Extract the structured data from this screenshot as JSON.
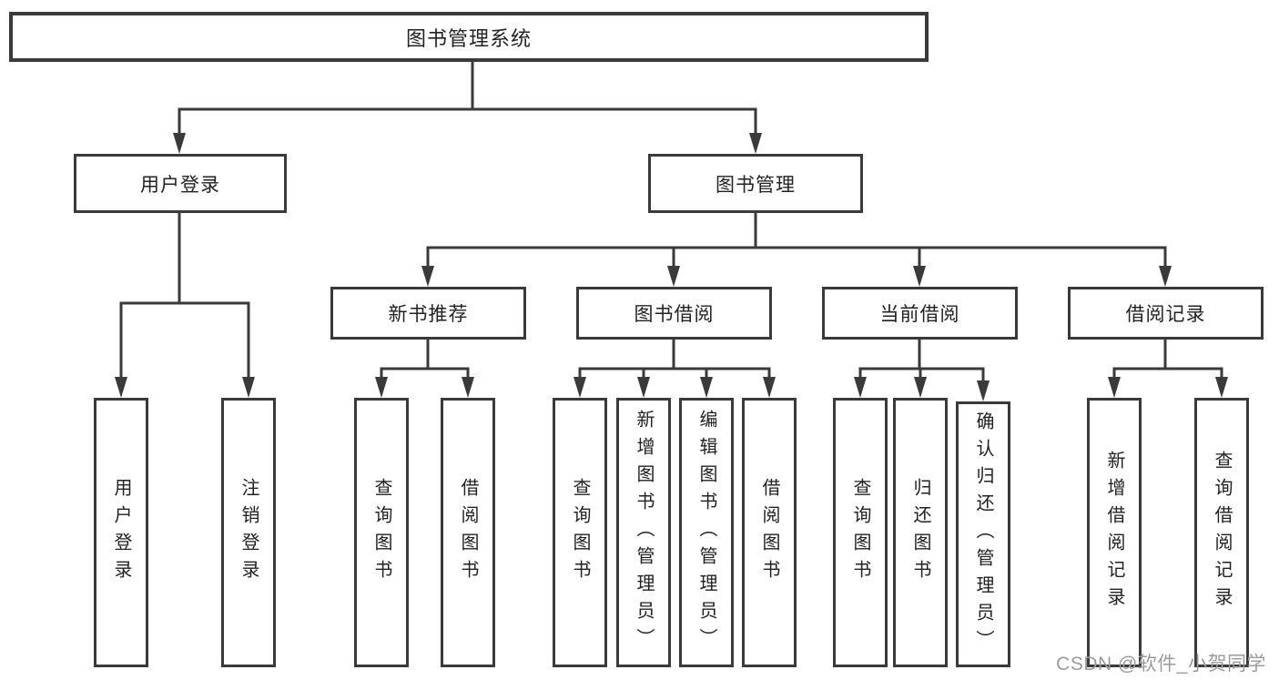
{
  "diagram": {
    "root": {
      "label": "图书管理系统"
    },
    "level2": {
      "user_login": {
        "label": "用户登录"
      },
      "book_mgmt": {
        "label": "图书管理"
      }
    },
    "level3": {
      "new_book": {
        "label": "新书推荐"
      },
      "borrow": {
        "label": "图书借阅"
      },
      "current": {
        "label": "当前借阅"
      },
      "records": {
        "label": "借阅记录"
      }
    },
    "leaves": {
      "user_login": {
        "label": "用户登录"
      },
      "logout": {
        "label": "注销登录"
      },
      "nb_query": {
        "label": "查询图书"
      },
      "nb_borrow": {
        "label": "借阅图书"
      },
      "bb_query": {
        "label": "查询图书"
      },
      "bb_add": {
        "label": "新增图书（管理员）"
      },
      "bb_edit": {
        "label": "编辑图书（管理员）"
      },
      "bb_borrow": {
        "label": "借阅图书"
      },
      "cb_query": {
        "label": "查询图书"
      },
      "cb_return": {
        "label": "归还图书"
      },
      "cb_confirm": {
        "label": "确认归还（管理员）"
      },
      "br_add": {
        "label": "新增借阅记录"
      },
      "br_query": {
        "label": "查询借阅记录"
      }
    }
  },
  "watermark": {
    "text": "CSDN @软件_小贺同学"
  },
  "colors": {
    "line": "#3a3a3a",
    "text": "#222222",
    "watermark": "#9b9b9b",
    "background": "#ffffff"
  }
}
